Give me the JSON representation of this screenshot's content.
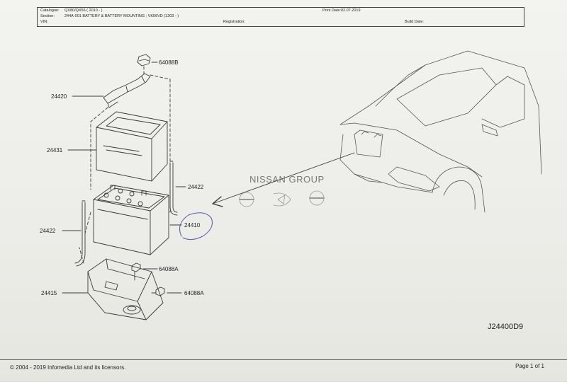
{
  "header": {
    "catalogue_label": "Catalogue:",
    "catalogue_value": "QX80/QX56 ( 2010 - )",
    "section_label": "Section:",
    "section_value": "244A-001 BATTERY & BATTERY MOUNTING ; VK56VD (1203 - )",
    "vin_label": "VIN:",
    "print_date": "Print Date:02.07.2019",
    "registration_label": "Registration:",
    "build_date_label": "Build Date:"
  },
  "diagram": {
    "part_numbers": {
      "p64088B": "64088B",
      "p24420": "24420",
      "p24431": "24431",
      "p24422_right": "24422",
      "p24422_left": "24422",
      "p24410": "24410",
      "p64088A_1": "64088A",
      "p64088A_2": "64088A",
      "p24415": "24415"
    },
    "watermark": "NISSAN GROUP",
    "figure_id": "J24400D9"
  },
  "footer": {
    "copyright": "© 2004 - 2019 Infomedia Ltd and its licensors.",
    "page": "Page 1 of 1"
  },
  "colors": {
    "line": "#3a3a3a",
    "circle_mark": "#5a5aa8",
    "paper": "#f1f1ed"
  }
}
